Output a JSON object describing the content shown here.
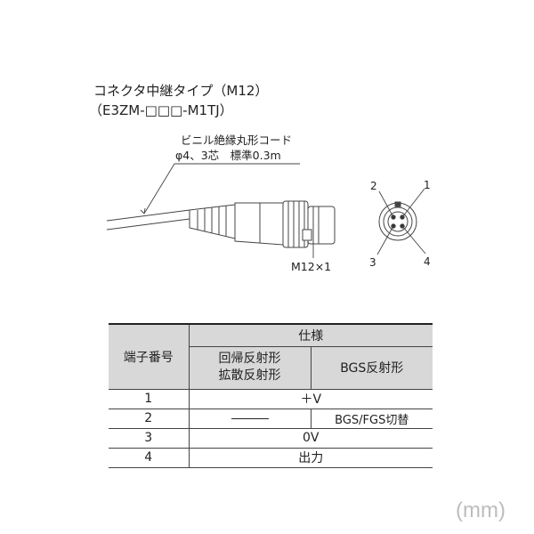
{
  "header": {
    "title_line1": "コネクタ中継タイプ（M12）",
    "title_line2": "（E3ZM-□□□-M1TJ）"
  },
  "cable_note": {
    "line1": "ビニル絶縁丸形コード",
    "line2": "φ4、3芯　標準0.3m"
  },
  "connector": {
    "thread_label": "M12×1"
  },
  "pins": {
    "p1": "1",
    "p2": "2",
    "p3": "3",
    "p4": "4"
  },
  "table": {
    "terminal_header": "端子番号",
    "spec_header": "仕様",
    "col_a_header_line1": "回帰反射形",
    "col_a_header_line2": "拡散反射形",
    "col_b_header": "BGS反射形",
    "rows": [
      {
        "num": "1",
        "value": "＋V"
      },
      {
        "num": "2",
        "col_b": "BGS/FGS切替"
      },
      {
        "num": "3",
        "value": "0V"
      },
      {
        "num": "4",
        "value": "出力"
      }
    ]
  },
  "unit_label": "(mm)"
}
